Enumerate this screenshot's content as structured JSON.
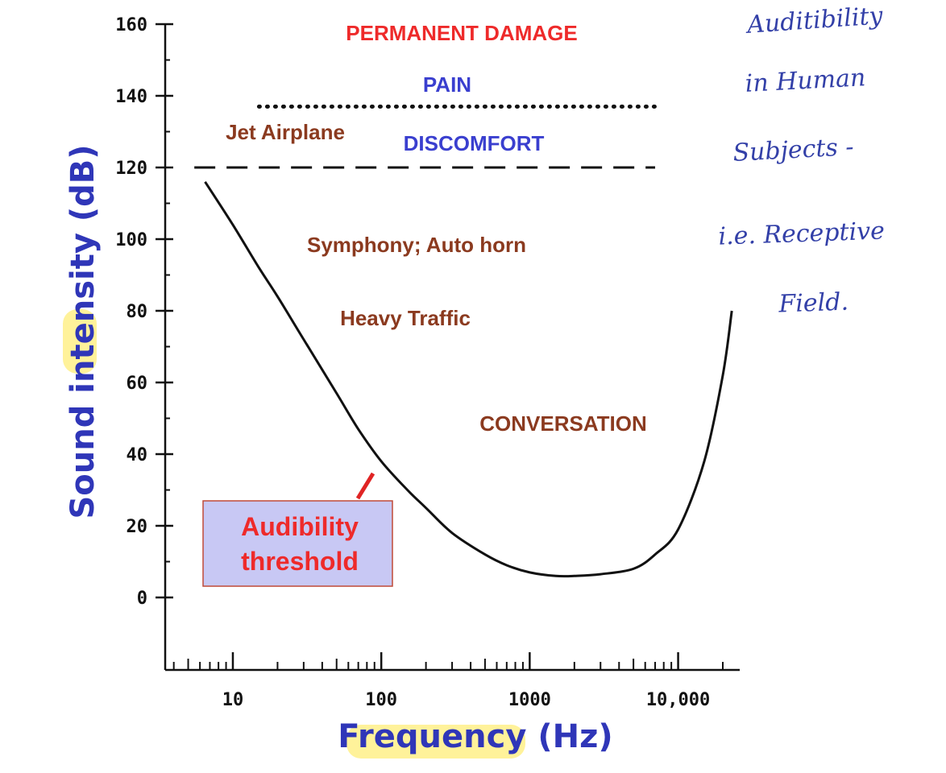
{
  "chart_data": {
    "type": "line",
    "xlabel": "Frequency",
    "xlabel_unit": "(Hz)",
    "ylabel": "Sound intensity (dB)",
    "x_scale": "log",
    "xlim": [
      3.5,
      26000
    ],
    "ylim": [
      -22,
      160
    ],
    "x_ticks": [
      {
        "value": 10,
        "label": "10"
      },
      {
        "value": 100,
        "label": "100"
      },
      {
        "value": 1000,
        "label": "1000"
      },
      {
        "value": 10000,
        "label": "10,000"
      }
    ],
    "y_ticks": [
      {
        "value": 0,
        "label": "0"
      },
      {
        "value": 20,
        "label": "20"
      },
      {
        "value": 40,
        "label": "40"
      },
      {
        "value": 60,
        "label": "60"
      },
      {
        "value": 80,
        "label": "80"
      },
      {
        "value": 100,
        "label": "100"
      },
      {
        "value": 120,
        "label": "120"
      },
      {
        "value": 140,
        "label": "140"
      },
      {
        "value": 160,
        "label": "160"
      }
    ],
    "series": [
      {
        "style": "solid",
        "color": "#111111",
        "x": [
          6.5,
          10,
          15,
          20,
          30,
          50,
          70,
          100,
          150,
          200,
          300,
          500,
          700,
          1000,
          1500,
          2000,
          3000,
          5000,
          7000,
          10000,
          15000,
          20000,
          23000
        ],
        "y": [
          116,
          104,
          92,
          84,
          72,
          57,
          47,
          38,
          30,
          25,
          18,
          12,
          9,
          7,
          6,
          6,
          6.5,
          8,
          12,
          19,
          38,
          62,
          80
        ]
      }
    ],
    "reference_lines": [
      {
        "style": "dashed",
        "color": "#111111",
        "y": 120,
        "x_start": 5.5,
        "x_end": 7000
      },
      {
        "style": "dotted",
        "color": "#111111",
        "y": 137,
        "x_start": 15,
        "x_end": 7000
      }
    ],
    "annotations": [
      {
        "text": "PERMANENT DAMAGE",
        "color": "#ee2a2a"
      },
      {
        "text": "PAIN",
        "color": "#3a3fcf"
      },
      {
        "text": "Jet Airplane",
        "color": "#8b3a1f"
      },
      {
        "text": "DISCOMFORT",
        "color": "#3a3fcf"
      },
      {
        "text": "Symphony; Auto horn",
        "color": "#8b3a1f"
      },
      {
        "text": "Heavy Traffic",
        "color": "#8b3a1f"
      },
      {
        "text": "CONVERSATION",
        "color": "#8b3a1f"
      }
    ],
    "callout": {
      "lines": [
        "Audibility",
        "threshold"
      ],
      "text_color": "#ee2a2a",
      "box_fill": "#c8c8f4",
      "box_stroke": "#c04a38"
    }
  },
  "handwritten_note": {
    "lines": [
      "Auditibility",
      "in Human",
      "Subjects -",
      "i.e. Receptive",
      "Field."
    ],
    "color": "#3340a8"
  },
  "highlight_color": "#fff29a"
}
